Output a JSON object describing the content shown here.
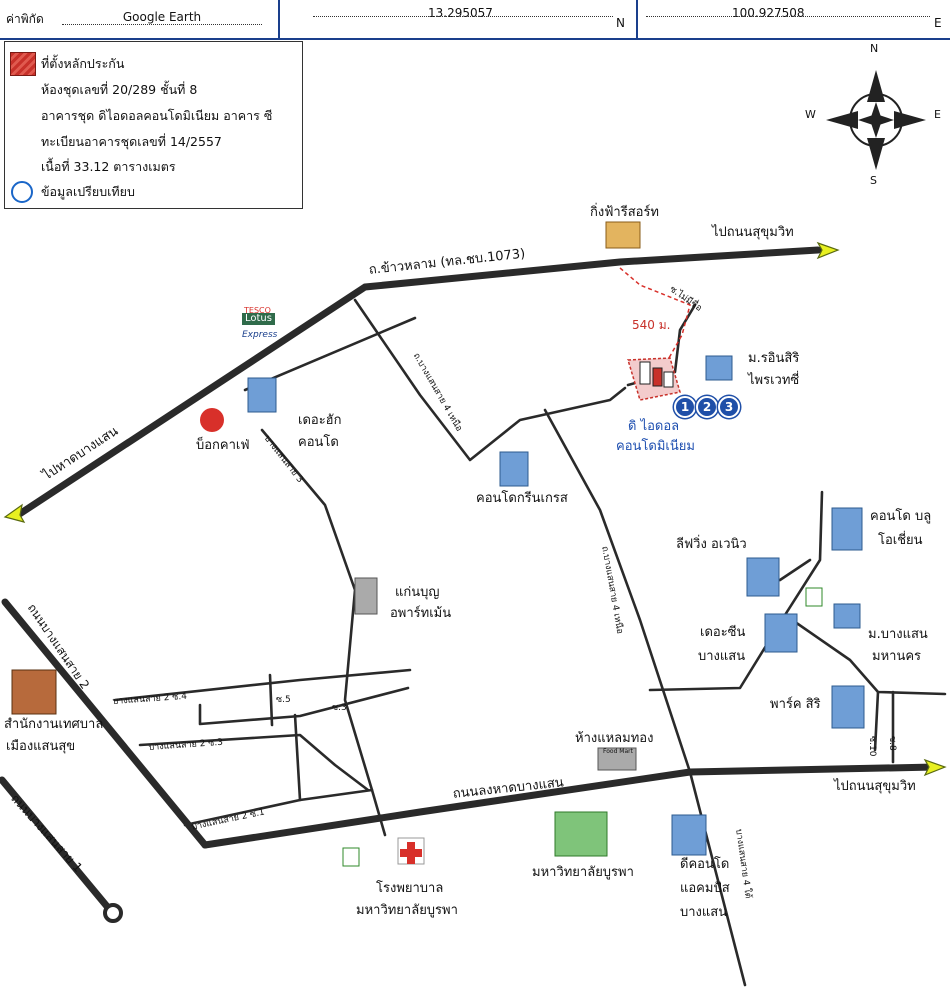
{
  "header": {
    "coord_label": "ค่าพิกัด",
    "source": "Google Earth",
    "latitude": "13.295057",
    "lat_dir": "N",
    "longitude": "100.927508",
    "lon_dir": "E"
  },
  "legend": {
    "collateral_title": "ที่ตั้งหลักประกัน",
    "line1": "ห้องชุดเลขที่ 20/289 ชั้นที่ 8",
    "line2": "อาคารชุด ดิไอดอลคอนโดมิเนียม อาคาร ซี",
    "line3": "ทะเบียนอาคารชุดเลขที่ 14/2557",
    "line4": "เนื้อที่ 33.12 ตารางเมตร",
    "comparison": "ข้อมูลเปรียบเทียบ"
  },
  "compass": {
    "n": "N",
    "s": "S",
    "e": "E",
    "w": "W"
  },
  "labels": {
    "kingfa": "กิ่งฟ้ารีสอร์ท",
    "to_sukhumvit_top": "ไปถนนสุขุมวิท",
    "to_sukhumvit_right": "ไปถนนสุขุมวิท",
    "to_bangsaen_beach": "ไปหาดบางแสน",
    "khaolam_road": "ถ.ข้าวหลาม (ทล.ชบ.1073)",
    "soi_maisiri": "ซ.ไม่มีชื่อ",
    "dist": "540 ม.",
    "rin_siri_1": "ม.รอินสิริ",
    "rin_siri_2": "ไพรเวทซี่",
    "the_idol_1": "ดิ ไอดอล",
    "the_idol_2": "คอนโดมิเนียม",
    "tesco_1": "TESCO",
    "tesco_2": "Lotus",
    "tesco_3": "Express",
    "the_hug_1": "เดอะฮัก",
    "the_hug_2": "คอนโด",
    "block_cafe": "บ็อกคาเฟ่",
    "bangsaen4_north_a": "ถ.บางแสนสาย 4 เหนือ",
    "bangsaen3": "บางแสนสาย 3",
    "green_grace": "คอนโดกรีนเกรส",
    "condo_blue_1": "คอนโด บลู",
    "condo_blue_2": "โอเชี่ยน",
    "living_1": "ลีฟวิ่ง อเวนิว",
    "the_zeen_1": "เดอะซีน",
    "the_zeen_2": "บางแสน",
    "bangsaen_mahanakorn_1": "ม.บางแสน",
    "bangsaen_mahanakorn_2": "มหานคร",
    "kaenboon_1": "แก่นบุญ",
    "kaenboon_2": "อพาร์ทเม้น",
    "bangsaen4_north_b": "ถ.บางแสนสาย 4 เหนือ",
    "park_siri": "พาร์ค สิริ",
    "soi10": "ซ.10",
    "soi8": "ซ.8",
    "bangsaen2_road": "ถนนบางแสนสาย 2",
    "municipal_1": "สำนักงานเทศบาล",
    "municipal_2": "เมืองแสนสุข",
    "bs2_soi4": "บางแสนสาย 2 ซ.4",
    "bs2_soi3": "บางแสนสาย 2 ซ.3",
    "bs2_soi1": "บางแสนสาย 2 ซ.1",
    "soi5": "ซ.5",
    "soi3": "ซ.3",
    "laemthong": "ห้างแหลมทอง",
    "foodmart": "Food Mart",
    "long_hat_road": "ถนนลงหาดบางแสน",
    "burapha_univ": "มหาวิทยาลัยบูรพา",
    "hospital_1": "โรงพยาบาล",
    "hospital_2": "มหาวิทยาลัยบูรพา",
    "dcondo_1": "ดีคอนโด",
    "dcondo_2": "แอคมปัส",
    "dcondo_3": "บางแสน",
    "bangsaen4_south": "บางแสนสาย 4 ใต้",
    "bangsaen1_road": "ถนนบางแสนสาย 1",
    "n1": "1",
    "n2": "2",
    "n3": "3"
  },
  "colors": {
    "road": "#2a2a2a",
    "arrow": "#e8f020",
    "subject": "#c8312a",
    "compare": "#1a66c8"
  }
}
